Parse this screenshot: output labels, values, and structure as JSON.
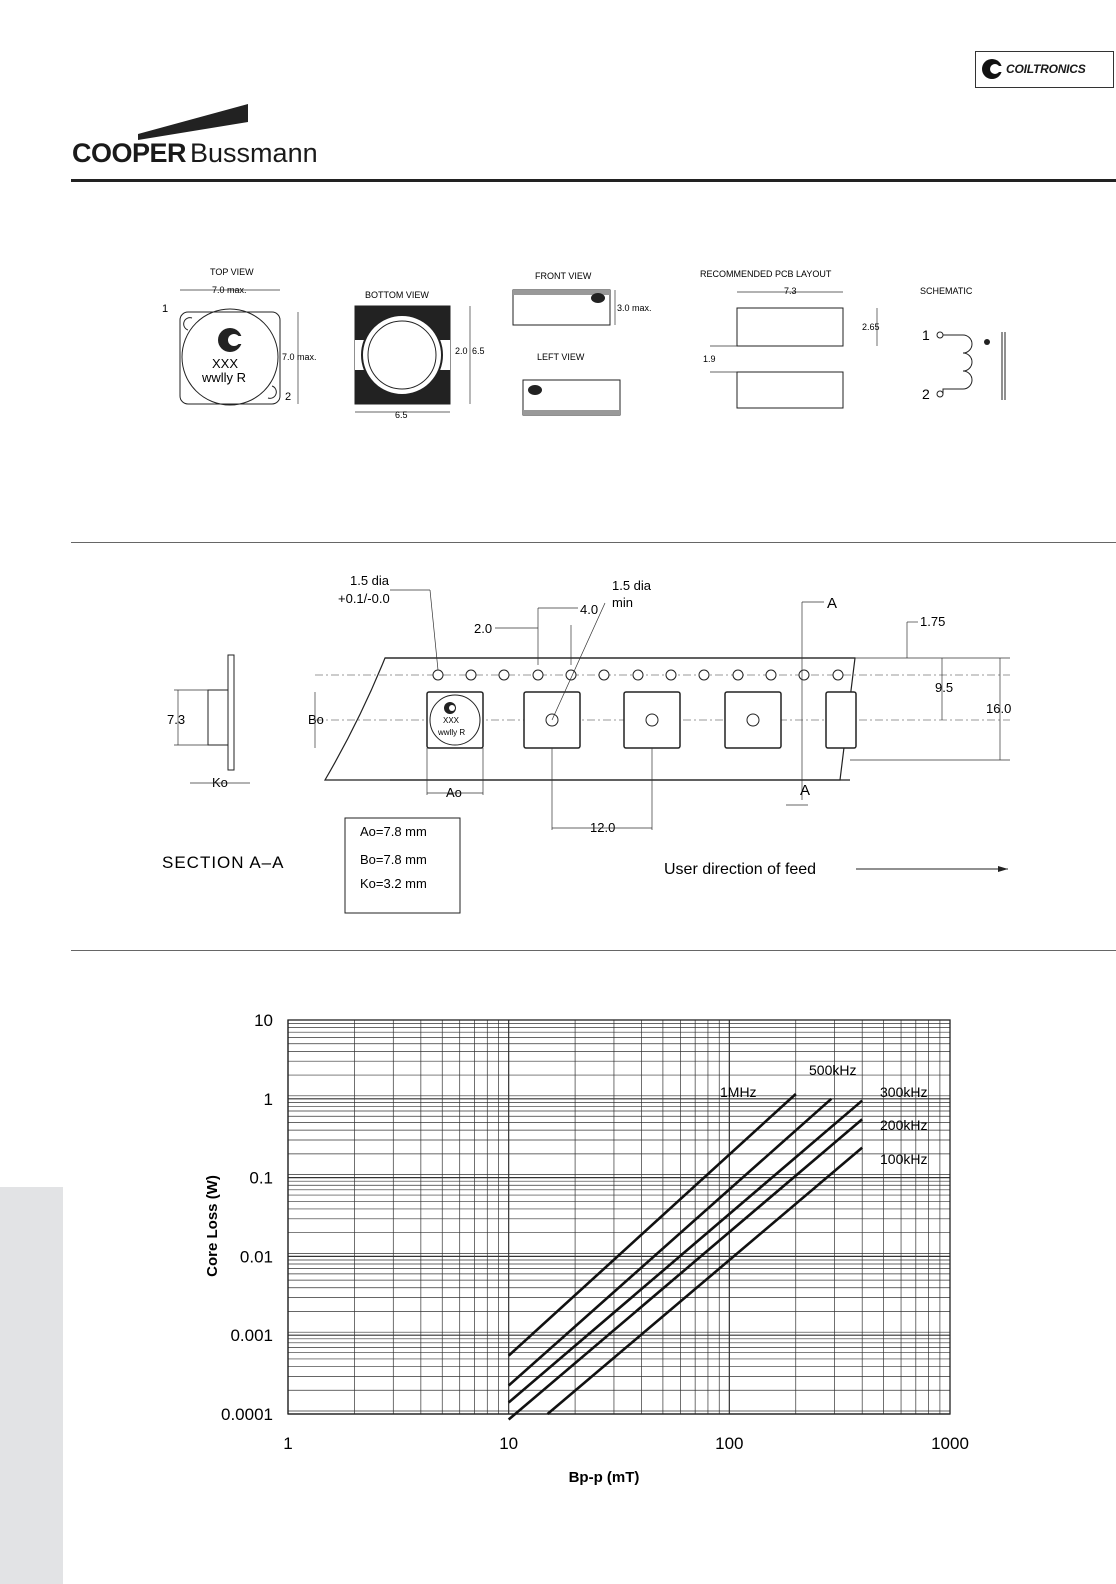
{
  "brand": {
    "cooper": "COOPER",
    "bussmann": "Bussmann",
    "coiltronics": "COILTRONICS"
  },
  "mech": {
    "top_view": "TOP VIEW",
    "bottom_view": "BOTTOM VIEW",
    "front_view": "FRONT VIEW",
    "left_view": "LEFT VIEW",
    "pcb_layout": "RECOMMENDED PCB LAYOUT",
    "schematic": "SCHEMATIC",
    "top_width": "7.0 max.",
    "top_height": "7.0 max.",
    "pin1": "1",
    "pin2": "2",
    "marking1": "XXX",
    "marking2": "wwlly R",
    "bottom_h1": "2.0",
    "bottom_h2": "6.5",
    "bottom_w": "6.5",
    "front_h": "3.0 max.",
    "pcb_w": "7.3",
    "pcb_pad_h": "2.65",
    "pcb_gap": "1.9",
    "sch_1": "1",
    "sch_2": "2"
  },
  "tape": {
    "hole_dia": "1.5 dia",
    "hole_tol": "+0.1/-0.0",
    "hole_dia2": "1.5 dia",
    "hole_min": "min",
    "pitch_40": "4.0",
    "dim_20": "2.0",
    "dim_175": "1.75",
    "dim_95": "9.5",
    "dim_160": "16.0",
    "dim_120": "12.0",
    "dim_73": "7.3",
    "bo": "Bo",
    "ao": "Ao",
    "ko": "Ko",
    "sec_a1": "A",
    "sec_a2": "A",
    "section": "SECTION A–A",
    "ao_val": "Ao=7.8 mm",
    "bo_val": "Bo=7.8 mm",
    "ko_val": "Ko=3.2 mm",
    "feed": "User direction of feed",
    "marking1": "XXX",
    "marking2": "wwlly R"
  },
  "chart_data": {
    "type": "line",
    "xscale": "log",
    "yscale": "log",
    "xlim": [
      1,
      1000
    ],
    "ylim": [
      0.0001,
      10
    ],
    "xlabel": "Bp-p (mT)",
    "ylabel": "Core Loss (W)",
    "xticks": [
      "1",
      "10",
      "100",
      "1000"
    ],
    "yticks": [
      "10",
      "1",
      "0.1",
      "0.01",
      "0.001",
      "0.0001"
    ],
    "grid": true,
    "series": [
      {
        "name": "1MHz",
        "x": [
          10,
          200
        ],
        "y": [
          0.00055,
          1.15
        ]
      },
      {
        "name": "500kHz",
        "x": [
          10,
          290
        ],
        "y": [
          0.00023,
          1.0
        ]
      },
      {
        "name": "300kHz",
        "x": [
          10,
          400
        ],
        "y": [
          0.00014,
          0.95
        ]
      },
      {
        "name": "200kHz",
        "x": [
          10,
          400
        ],
        "y": [
          8.5e-05,
          0.55
        ]
      },
      {
        "name": "100kHz",
        "x": [
          15,
          400
        ],
        "y": [
          0.0001,
          0.24
        ]
      }
    ]
  }
}
